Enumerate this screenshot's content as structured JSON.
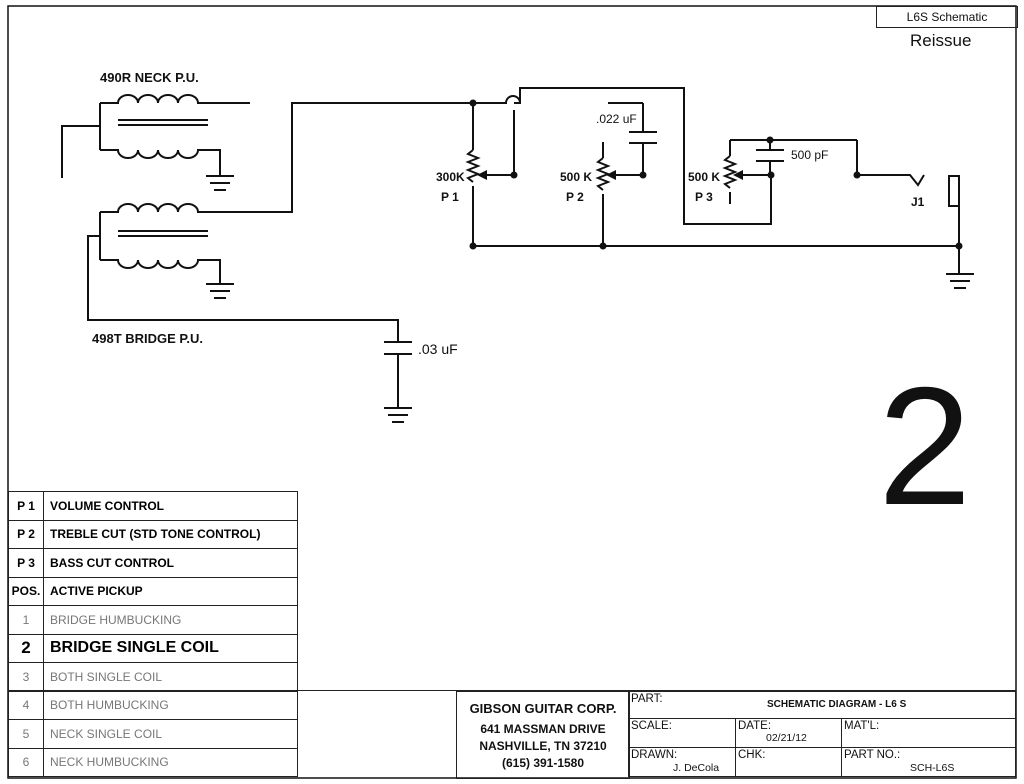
{
  "header": {
    "tag": "L6S Schematic",
    "subtitle": "Reissue"
  },
  "diagram": {
    "neck_pickup": "490R NECK P.U.",
    "bridge_pickup": "498T BRIDGE P.U.",
    "cap_bridge": ".03 uF",
    "cap_treble": ".022 uF",
    "cap_bass": "500 pF",
    "p1_value": "300K",
    "p1_label": "P 1",
    "p2_value": "500 K",
    "p2_label": "P 2",
    "p3_value": "500 K",
    "p3_label": "P 3",
    "jack_label": "J1"
  },
  "position_number": "2",
  "legend": [
    {
      "key": "P 1",
      "text": "VOLUME CONTROL"
    },
    {
      "key": "P 2",
      "text": "TREBLE CUT (STD TONE CONTROL)"
    },
    {
      "key": "P 3",
      "text": "BASS CUT CONTROL"
    },
    {
      "key": "POS.",
      "text": "ACTIVE PICKUP"
    },
    {
      "key": "1",
      "text": "BRIDGE HUMBUCKING"
    },
    {
      "key": "2",
      "text": "BRIDGE SINGLE COIL"
    },
    {
      "key": "3",
      "text": "BOTH SINGLE COIL"
    },
    {
      "key": "4",
      "text": "BOTH HUMBUCKING"
    },
    {
      "key": "5",
      "text": "NECK SINGLE COIL"
    },
    {
      "key": "6",
      "text": "NECK HUMBUCKING"
    }
  ],
  "company": {
    "name": "GIBSON GUITAR CORP.",
    "street": "641 MASSMAN DRIVE",
    "city": "NASHVILLE, TN 37210",
    "phone": "(615) 391-1580"
  },
  "title_block": {
    "part_label": "PART:",
    "part_value": "SCHEMATIC DIAGRAM - L6 S",
    "scale_label": "SCALE:",
    "date_label": "DATE:",
    "date_value": "02/21/12",
    "matl_label": "MAT'L:",
    "drawn_label": "DRAWN:",
    "drawn_value": "J. DeCola",
    "chk_label": "CHK:",
    "partno_label": "PART NO.:",
    "partno_value": "SCH-L6S"
  }
}
